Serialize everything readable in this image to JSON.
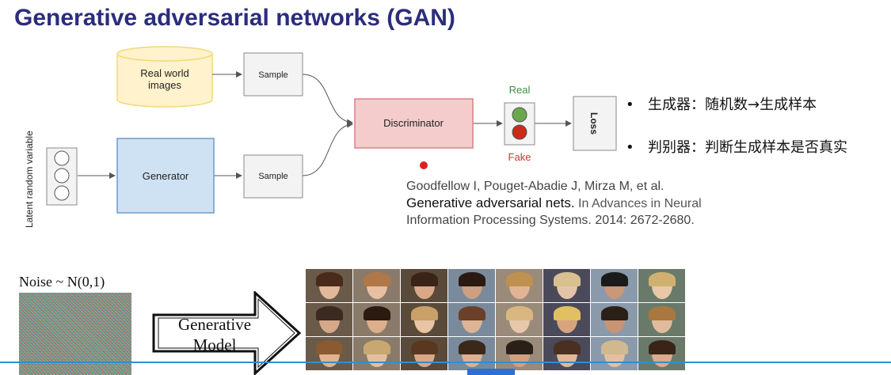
{
  "title": "Generative adversarial networks (GAN)",
  "diagram": {
    "real_world": [
      "Real world",
      "images"
    ],
    "sample_top": "Sample",
    "sample_bottom": "Sample",
    "generator": "Generator",
    "discriminator": "Discriminator",
    "real": "Real",
    "fake": "Fake",
    "loss": "Loss",
    "latent": "Latent random variable",
    "colors": {
      "real_box": "#fff2cc",
      "real_border": "#f0d97a",
      "gen_box": "#cfe2f3",
      "gen_border": "#6e9bc5",
      "disc_box": "#f4cccc",
      "disc_border": "#d98080",
      "real_text": "#3f8f3f",
      "fake_text": "#c0392b"
    }
  },
  "citation": {
    "line1": "Goodfellow I, Pouget-Abadie J, Mirza M, et al.",
    "line2_title": "Generative adversarial nets.",
    "line2_rest": " In Advances in Neural",
    "line3": "Information Processing Systems. 2014: 2672-2680."
  },
  "bullets": [
    {
      "marker": "•",
      "text": "生成器：随机数→生成样本"
    },
    {
      "marker": "•",
      "text": "判别器：判断生成样本是否真实"
    }
  ],
  "bottom": {
    "noise_label": "Noise ~ N(0,1)",
    "gen_model": [
      "Generative",
      "Model"
    ]
  },
  "faces": [
    {
      "skin": "#e2b89a",
      "hair": "#4a2a1a"
    },
    {
      "skin": "#e6c0a0",
      "hair": "#b07848"
    },
    {
      "skin": "#d9a888",
      "hair": "#3a2418"
    },
    {
      "skin": "#caa080",
      "hair": "#2a1a12"
    },
    {
      "skin": "#e0b494",
      "hair": "#c09050"
    },
    {
      "skin": "#e4c4a8",
      "hair": "#d8c090"
    },
    {
      "skin": "#c89878",
      "hair": "#1a1a1a"
    },
    {
      "skin": "#e8c8a8",
      "hair": "#d0b070"
    },
    {
      "skin": "#d4a888",
      "hair": "#3a2a20"
    },
    {
      "skin": "#dcae8c",
      "hair": "#2a1a10"
    },
    {
      "skin": "#e8c4a4",
      "hair": "#c8a068"
    },
    {
      "skin": "#deb496",
      "hair": "#6a4028"
    },
    {
      "skin": "#e8c8ac",
      "hair": "#d8b880"
    },
    {
      "skin": "#d8a480",
      "hair": "#e0c060"
    },
    {
      "skin": "#c89474",
      "hair": "#2a2018"
    },
    {
      "skin": "#e0bc9c",
      "hair": "#a87840"
    },
    {
      "skin": "#e0b490",
      "hair": "#8a5a30"
    },
    {
      "skin": "#e4c0a0",
      "hair": "#c8a870"
    },
    {
      "skin": "#d8a888",
      "hair": "#5a3820"
    },
    {
      "skin": "#dcb090",
      "hair": "#3a2818"
    },
    {
      "skin": "#d0a080",
      "hair": "#2a2018"
    },
    {
      "skin": "#e0b898",
      "hair": "#4a3020"
    },
    {
      "skin": "#e4c0a0",
      "hair": "#d0b890"
    },
    {
      "skin": "#d8ac8c",
      "hair": "#3a2418"
    }
  ]
}
